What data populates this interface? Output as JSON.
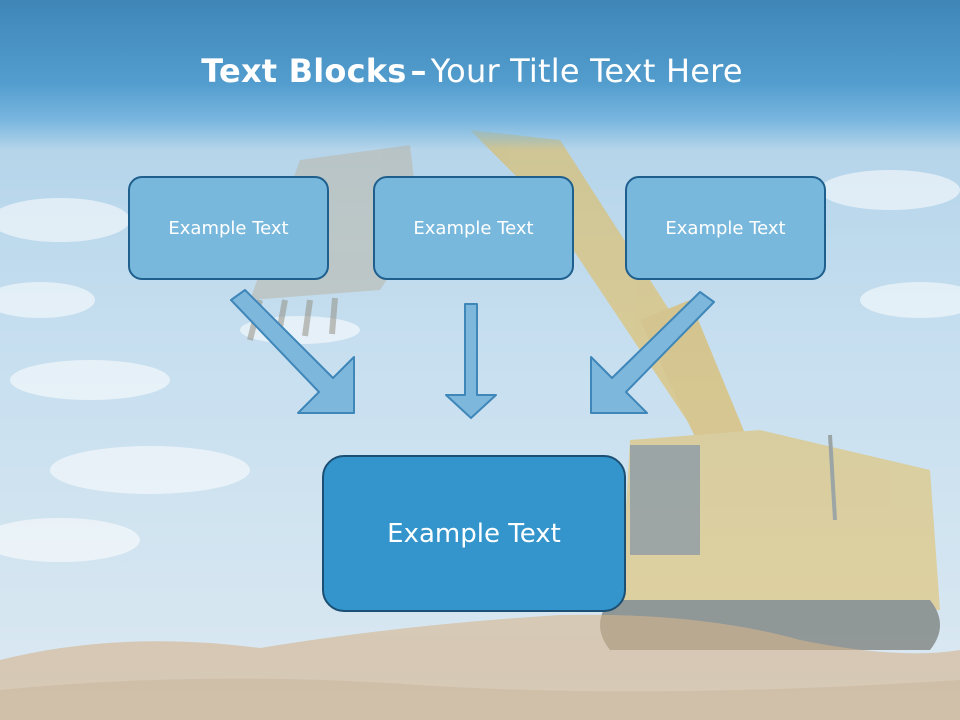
{
  "slide": {
    "title_bold": "Text Blocks",
    "title_dash": "–",
    "title_rest": "Your Title Text Here"
  },
  "diagram": {
    "top_boxes": [
      {
        "label": "Example Text"
      },
      {
        "label": "Example Text"
      },
      {
        "label": "Example Text"
      }
    ],
    "bottom_box": {
      "label": "Example Text"
    }
  },
  "colors": {
    "header": "#4a95c8",
    "small_box_fill": "#79b8dd",
    "big_box_fill": "#3395cc",
    "arrow_fill": "#7eb7dc",
    "arrow_stroke": "#3f86b9"
  }
}
